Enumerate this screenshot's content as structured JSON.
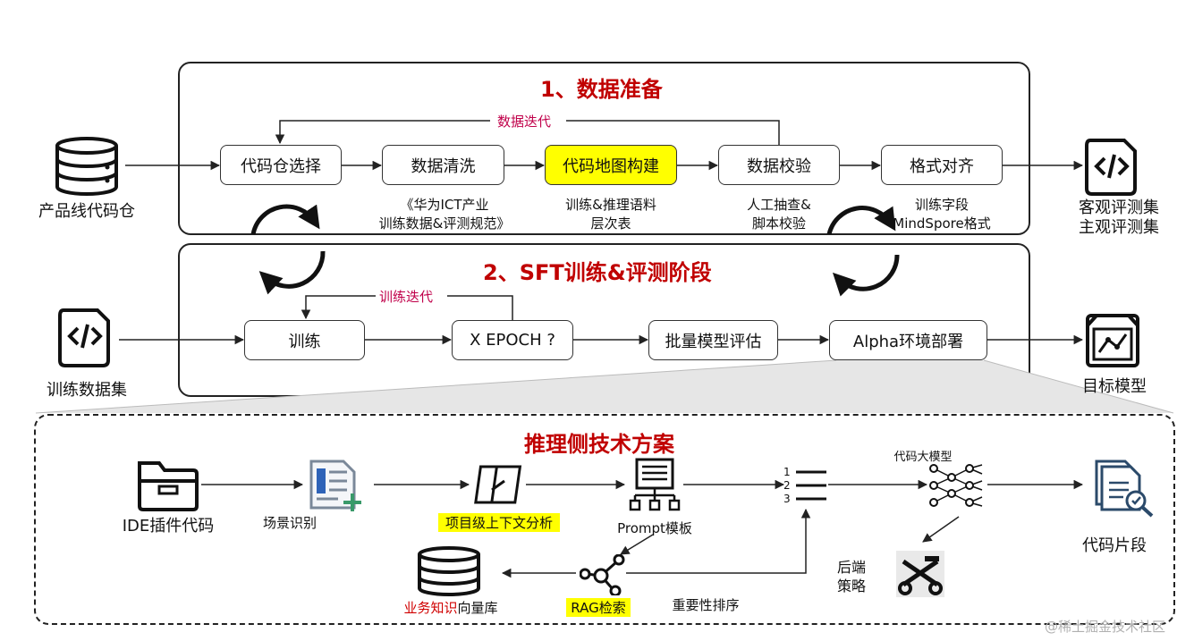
{
  "section1": {
    "title": "1、数据准备",
    "loop_label": "数据迭代",
    "steps": [
      "代码仓选择",
      "数据清洗",
      "代码地图构建",
      "数据校验",
      "格式对齐"
    ],
    "notes": {
      "cleaning": [
        "《华为ICT产业",
        "训练数据&评测规范》"
      ],
      "map": [
        "训练&推理语料",
        "层次表"
      ],
      "verify": [
        "人工抽查&",
        "脚本校验"
      ],
      "format": [
        "训练字段",
        "MindSpore格式"
      ]
    },
    "input_label": "产品线代码仓",
    "output_label": [
      "客观评测集",
      "主观评测集"
    ]
  },
  "section2": {
    "title": "2、SFT训练&评测阶段",
    "loop_label": "训练迭代",
    "steps": [
      "训练",
      "X EPOCH ?",
      "批量模型评估",
      "Alpha环境部署"
    ],
    "input_label": "训练数据集",
    "output_label": "目标模型"
  },
  "section3": {
    "title": "推理侧技术方案",
    "ide": "IDE插件代码",
    "scene": "场景识别",
    "context": "项目级上下文分析",
    "prompt": "Prompt模板",
    "llm": "代码大模型",
    "snippet": "代码片段",
    "backend": [
      "后端",
      "策略"
    ],
    "rag": "RAG检索",
    "rank": "重要性排序",
    "kb_red": "业务知识",
    "kb_black": "向量库"
  },
  "watermark": "@稀土掘金技术社区"
}
